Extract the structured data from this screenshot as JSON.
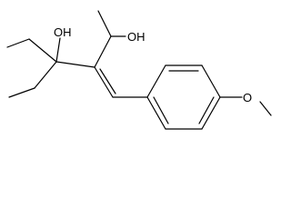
{
  "molecule": {
    "atom_labels": {
      "oh_left": "OH",
      "oh_right": "OH",
      "methoxy_o": "O"
    }
  }
}
